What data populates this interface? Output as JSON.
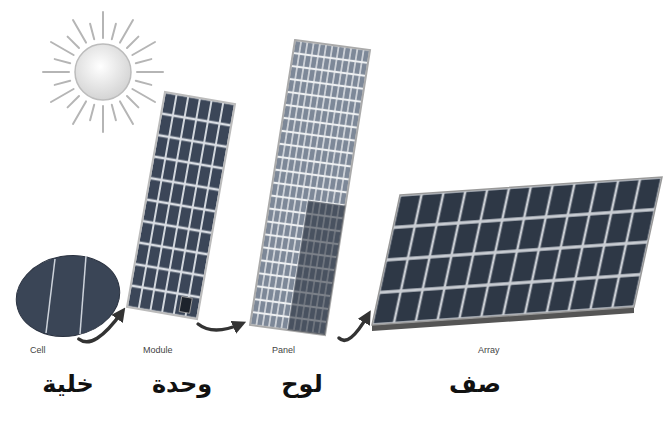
{
  "diagram": {
    "nodes": [
      {
        "text": [
          "Cell",
          "خلية"
        ]
      },
      {
        "text": [
          "Module",
          "وحدة"
        ]
      },
      {
        "text": [
          "Panel",
          "لوح"
        ]
      },
      {
        "text": [
          "Array",
          "صف"
        ]
      }
    ],
    "edges": [
      {
        "from": 0,
        "to": 1,
        "arrow": "to"
      },
      {
        "from": 1,
        "to": 2,
        "arrow": "to"
      },
      {
        "from": 2,
        "to": 3,
        "arrow": "to"
      }
    ]
  }
}
